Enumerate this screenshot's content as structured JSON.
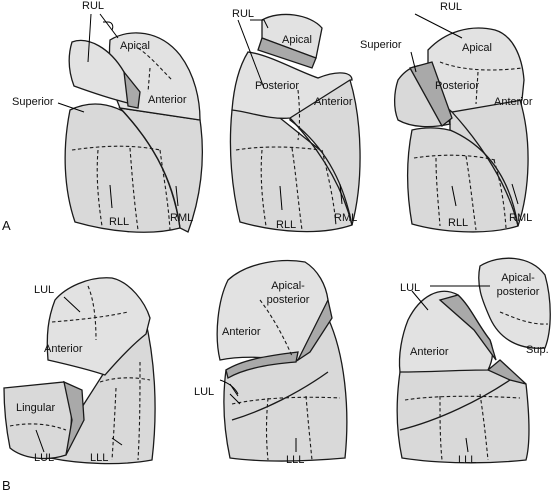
{
  "panel_a": {
    "tag": "A",
    "view1": {
      "rul": "RUL",
      "apical": "Apical",
      "superior": "Superior",
      "anterior": "Anterior",
      "rll": "RLL",
      "rml": "RML"
    },
    "view2": {
      "rul": "RUL",
      "apical": "Apical",
      "posterior": "Posterior",
      "anterior": "Anterior",
      "rll": "RLL",
      "rml": "RML"
    },
    "view3": {
      "rul": "RUL",
      "superior": "Superior",
      "apical": "Apical",
      "posterior": "Posterior",
      "anterior": "Anterior",
      "rll": "RLL",
      "rml": "RML"
    }
  },
  "panel_b": {
    "tag": "B",
    "view1": {
      "lul_top": "LUL",
      "anterior": "Anterior",
      "lingular": "Lingular",
      "lul_bottom": "LUL",
      "lll": "LLL"
    },
    "view2": {
      "apical_posterior_1": "Apical-",
      "apical_posterior_2": "posterior",
      "anterior": "Anterior",
      "lul": "LUL",
      "lll": "LLL"
    },
    "view3": {
      "lul": "LUL",
      "apical_posterior_1": "Apical-",
      "apical_posterior_2": "posterior",
      "anterior": "Anterior",
      "sup": "Sup.",
      "lll": "LLL"
    }
  }
}
